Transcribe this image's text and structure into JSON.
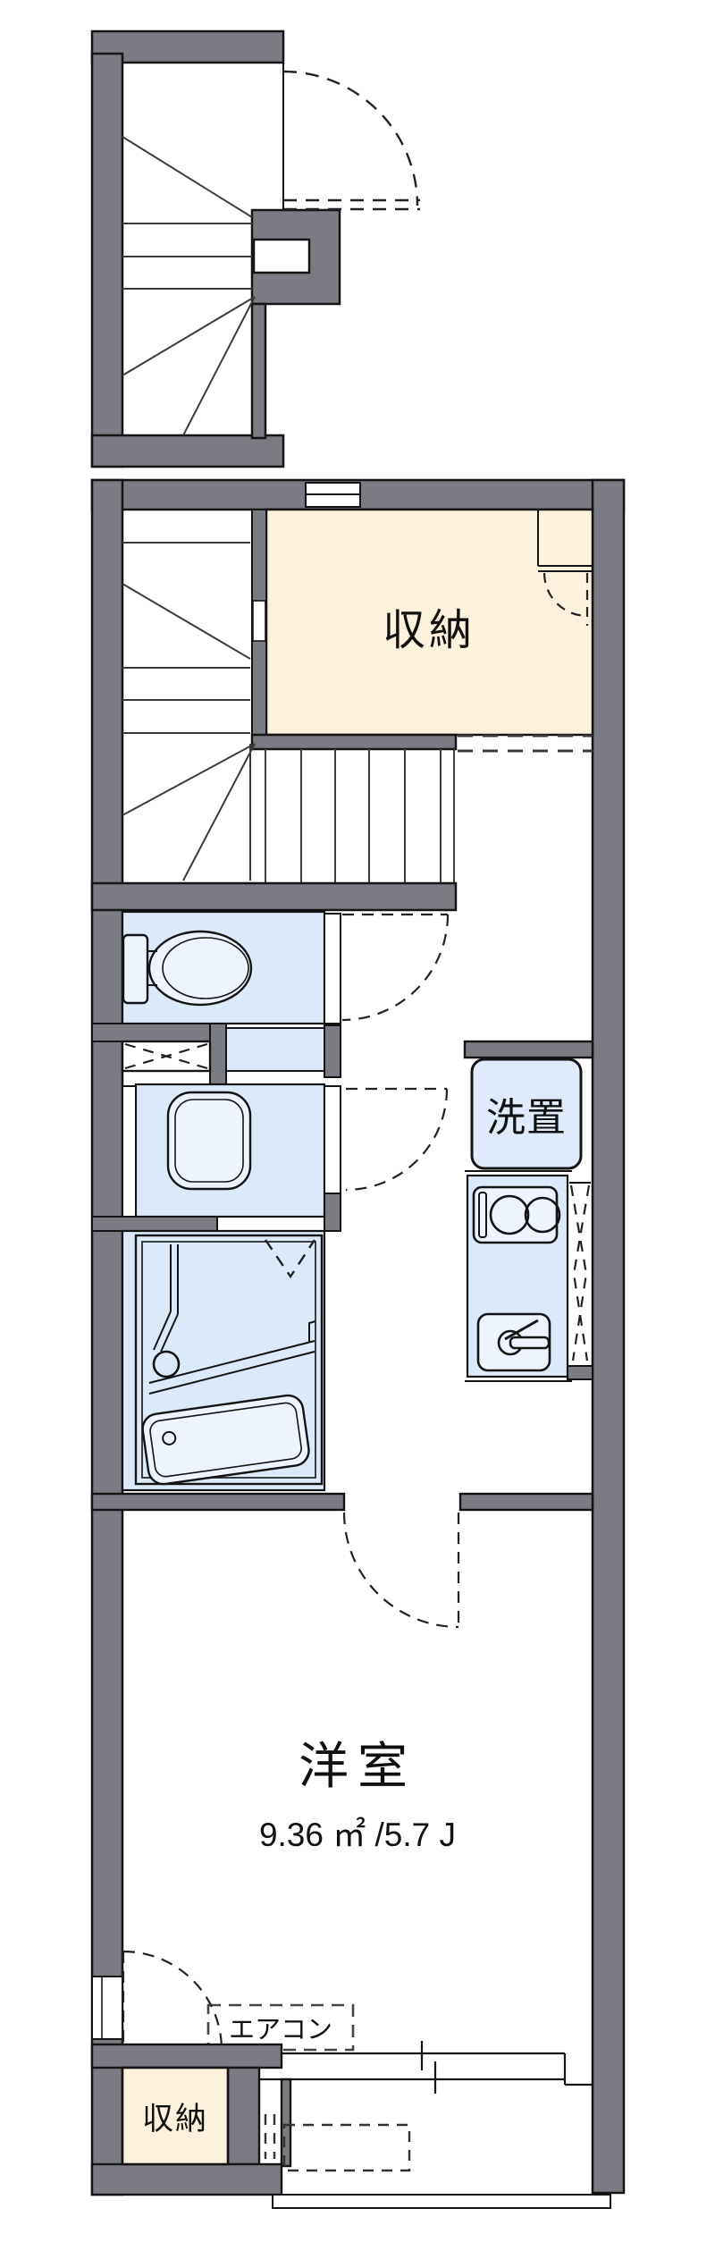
{
  "plan": {
    "type": "japanese-apartment-floor-plan",
    "labels": {
      "storage_upper": "収納",
      "washer_place": "洗置",
      "western_room": "洋室",
      "western_room_area": "9.36 ㎡ /5.7 J",
      "air_conditioner": "エアコン",
      "storage_lower": "収納"
    },
    "rooms": [
      {
        "name": "exterior-staircase",
        "fill": "#ffffff"
      },
      {
        "name": "storage-upper",
        "label": "収納",
        "fill": "#fcf1dc"
      },
      {
        "name": "interior-staircase",
        "fill": "#ffffff"
      },
      {
        "name": "toilet",
        "fill": "#dbe9f8"
      },
      {
        "name": "washroom",
        "fill": "#dbe9f8"
      },
      {
        "name": "bathroom",
        "fill": "#dbe9f8"
      },
      {
        "name": "washer-place",
        "label": "洗置",
        "fill": "#dfeafa"
      },
      {
        "name": "kitchen",
        "fill": "#dbe9f8"
      },
      {
        "name": "western-room",
        "label": "洋室",
        "area": "9.36 ㎡ /5.7 J",
        "fill": "#ffffff"
      },
      {
        "name": "storage-lower",
        "label": "収納",
        "fill": "#fcf1dc"
      },
      {
        "name": "entrance",
        "fill": "#ffffff"
      }
    ],
    "colors": {
      "wall": "#7b7b84",
      "outline": "#141414",
      "room_blue": "#dbe9f8",
      "fixture_fill": "#eef4fd",
      "storage_beige": "#fcf1dc"
    }
  }
}
